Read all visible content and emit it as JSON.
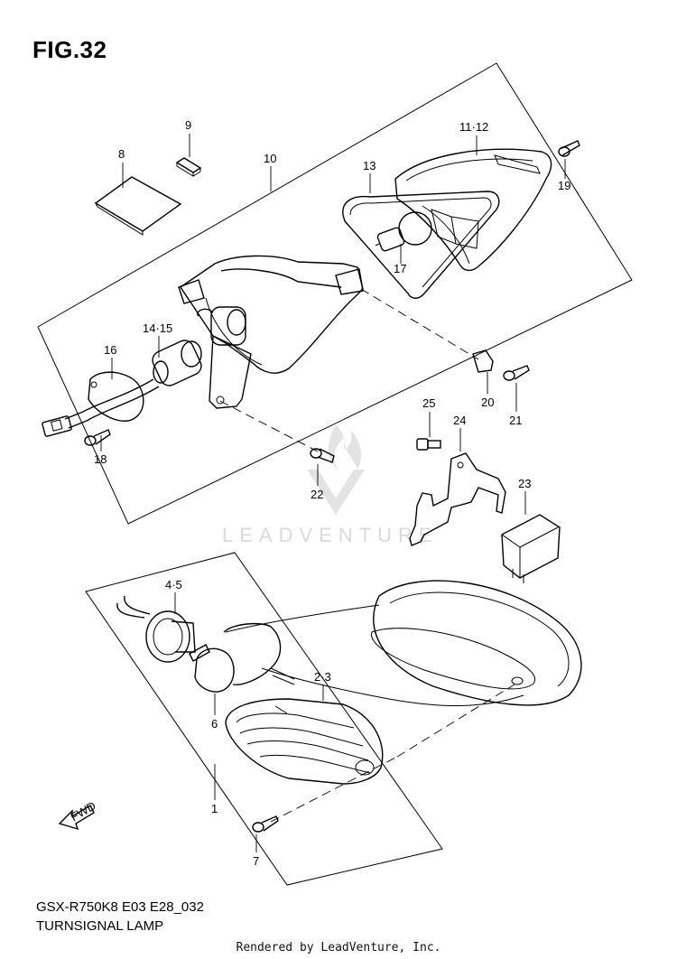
{
  "figure": {
    "title": "FIG.32"
  },
  "caption": {
    "model": "GSX-R750K8 E03 E28_032",
    "name": "TURNSIGNAL LAMP"
  },
  "footer": "Rendered by LeadVenture, Inc.",
  "watermark": "LEADVENTURE",
  "fwd_label": "FWD",
  "callouts": {
    "c1": "1",
    "c2_3": "2·3",
    "c4_5": "4·5",
    "c6": "6",
    "c7": "7",
    "c8": "8",
    "c9": "9",
    "c10": "10",
    "c11_12": "11·12",
    "c13": "13",
    "c14_15": "14·15",
    "c16": "16",
    "c17": "17",
    "c18": "18",
    "c19": "19",
    "c20": "20",
    "c21": "21",
    "c22": "22",
    "c23": "23",
    "c24": "24",
    "c25": "25"
  }
}
